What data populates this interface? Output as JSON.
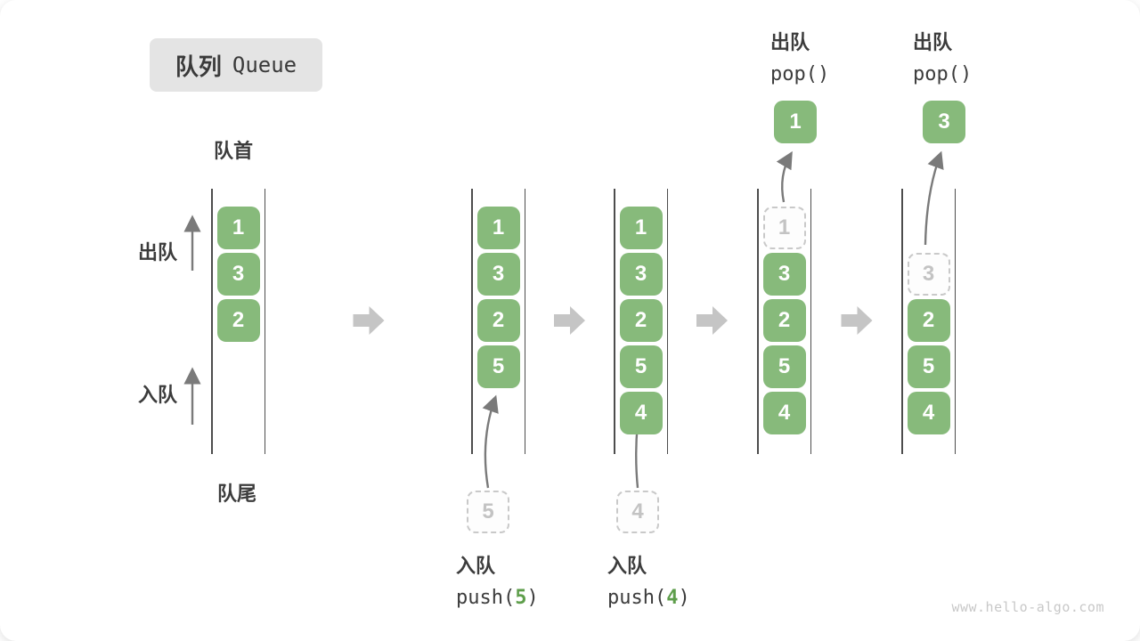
{
  "title": {
    "zh": "队列",
    "en": "Queue"
  },
  "labels": {
    "front": "队首",
    "rear": "队尾",
    "dequeue_side": "出队",
    "enqueue_side": "入队"
  },
  "watermark": "www.hello-algo.com",
  "colors": {
    "green": "#87ba7b",
    "green_dark": "#5e9e4b",
    "block_arrow": "#c5c5c5",
    "thin_arrow": "#7a7a7a",
    "line": "#4d4d4d",
    "text": "#3c3c3c",
    "title_bg": "#e4e4e4",
    "dash_border": "#c9c9c9",
    "dash_text": "#c3c3c3",
    "watermark": "#c8c8c8"
  },
  "states": [
    {
      "name": "initial",
      "cells": [
        {
          "slot": 0,
          "value": "1",
          "variant": "solid"
        },
        {
          "slot": 1,
          "value": "3",
          "variant": "solid"
        },
        {
          "slot": 2,
          "value": "2",
          "variant": "solid"
        }
      ]
    },
    {
      "name": "after-push-5",
      "cells": [
        {
          "slot": 0,
          "value": "1",
          "variant": "solid"
        },
        {
          "slot": 1,
          "value": "3",
          "variant": "solid"
        },
        {
          "slot": 2,
          "value": "2",
          "variant": "solid"
        },
        {
          "slot": 3,
          "value": "5",
          "variant": "solid"
        }
      ],
      "pending": {
        "value": "5"
      },
      "op": {
        "action": "入队",
        "code_pre": "push(",
        "code_arg": "5",
        "code_post": ")"
      }
    },
    {
      "name": "after-push-4",
      "cells": [
        {
          "slot": 0,
          "value": "1",
          "variant": "solid"
        },
        {
          "slot": 1,
          "value": "3",
          "variant": "solid"
        },
        {
          "slot": 2,
          "value": "2",
          "variant": "solid"
        },
        {
          "slot": 3,
          "value": "5",
          "variant": "solid"
        },
        {
          "slot": 4,
          "value": "4",
          "variant": "solid"
        }
      ],
      "pending": {
        "value": "4"
      },
      "op": {
        "action": "入队",
        "code_pre": "push(",
        "code_arg": "4",
        "code_post": ")"
      }
    },
    {
      "name": "after-pop-1",
      "cells": [
        {
          "slot": 0,
          "value": "1",
          "variant": "dashed"
        },
        {
          "slot": 1,
          "value": "3",
          "variant": "solid"
        },
        {
          "slot": 2,
          "value": "2",
          "variant": "solid"
        },
        {
          "slot": 3,
          "value": "5",
          "variant": "solid"
        },
        {
          "slot": 4,
          "value": "4",
          "variant": "solid"
        }
      ],
      "popped": {
        "value": "1"
      },
      "op": {
        "action": "出队",
        "code_pre": "pop()",
        "code_arg": "",
        "code_post": ""
      }
    },
    {
      "name": "after-pop-3",
      "cells": [
        {
          "slot": 1,
          "value": "3",
          "variant": "dashed"
        },
        {
          "slot": 2,
          "value": "2",
          "variant": "solid"
        },
        {
          "slot": 3,
          "value": "5",
          "variant": "solid"
        },
        {
          "slot": 4,
          "value": "4",
          "variant": "solid"
        }
      ],
      "popped": {
        "value": "3"
      },
      "op": {
        "action": "出队",
        "code_pre": "pop()",
        "code_arg": "",
        "code_post": ""
      }
    }
  ]
}
